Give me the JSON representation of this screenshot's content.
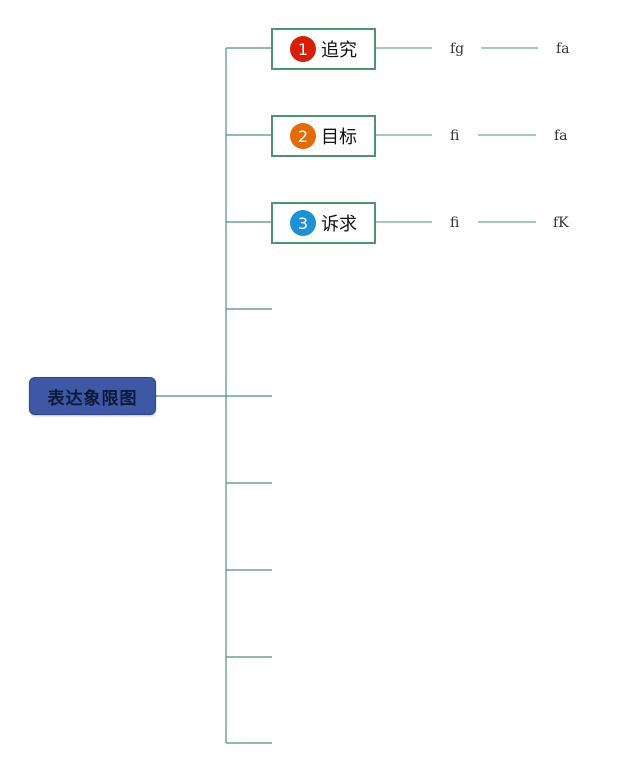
{
  "root": {
    "label": "表达象限图"
  },
  "branches": [
    {
      "number": "1",
      "label": "追究",
      "badge_color": "#d81e06",
      "children": [
        "fg",
        "fa"
      ]
    },
    {
      "number": "2",
      "label": "目标",
      "badge_color": "#e36c0a",
      "children": [
        "fi",
        "fa"
      ]
    },
    {
      "number": "3",
      "label": "诉求",
      "badge_color": "#1e90d6",
      "children": [
        "fi",
        "fK"
      ]
    }
  ],
  "colors": {
    "connector": "#4f9274",
    "root_fill": "#3f58a6",
    "branch_border": "#4f9274"
  }
}
